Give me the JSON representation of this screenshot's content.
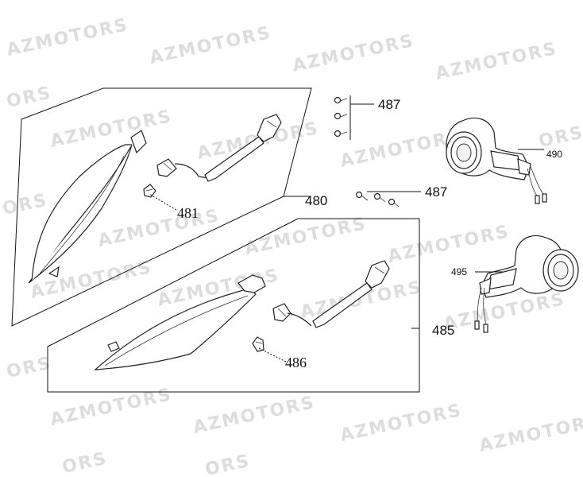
{
  "watermark": {
    "text": "AZMOTORS",
    "partial": "ORS",
    "color": "#dddddd"
  },
  "callouts": {
    "c487a": "487",
    "c487b": "487",
    "c490": "490",
    "c480": "480",
    "c481": "481",
    "c485": "485",
    "c486": "486",
    "c495": "495"
  }
}
